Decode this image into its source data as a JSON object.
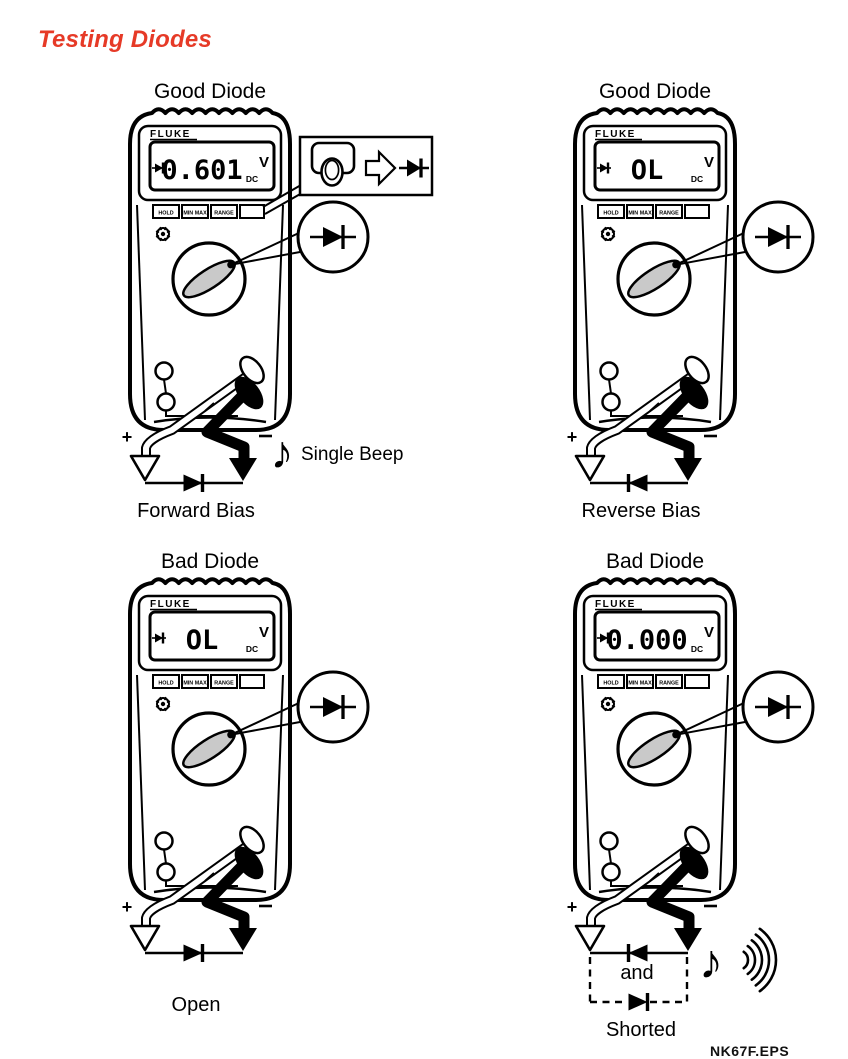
{
  "page": {
    "title": "Testing Diodes",
    "caption": "NK67F.EPS"
  },
  "colors": {
    "title_red": "#e63a27",
    "knob_gray": "#c9c9c9",
    "ink": "#000000"
  },
  "icons": {
    "music_note": "♪",
    "diode": "diode-symbol",
    "backlight": "backlight-bulb",
    "press_arrow": "open-right-arrow"
  },
  "meter": {
    "brand": "FLUKE",
    "buttons": [
      "HOLD",
      "MIN MAX",
      "RANGE",
      ""
    ],
    "display_dc": "DC",
    "display_v": "V",
    "plus": "+",
    "minus": "−"
  },
  "panels": [
    {
      "id": "good-diode-forward-bias",
      "title": "Good Diode",
      "reading": "0.601",
      "caption": "Forward Bias",
      "diode_direction": "right",
      "has_inset_button": true,
      "has_single_beep": true,
      "note_label": "Single Beep"
    },
    {
      "id": "good-diode-reverse-bias",
      "title": "Good Diode",
      "reading": "OL",
      "caption": "Reverse Bias",
      "diode_direction": "left",
      "has_inset_button": false,
      "has_single_beep": false
    },
    {
      "id": "bad-diode-open",
      "title": "Bad Diode",
      "reading": "OL",
      "caption": "Open",
      "diode_direction": "right",
      "has_inset_button": false,
      "has_single_beep": false
    },
    {
      "id": "bad-diode-shorted",
      "title": "Bad Diode",
      "reading": "0.000",
      "caption": "Shorted",
      "mid_label": "and",
      "diode_direction": "left",
      "has_inset_button": false,
      "has_shorted_box": true,
      "has_continuous_beep": true
    }
  ]
}
